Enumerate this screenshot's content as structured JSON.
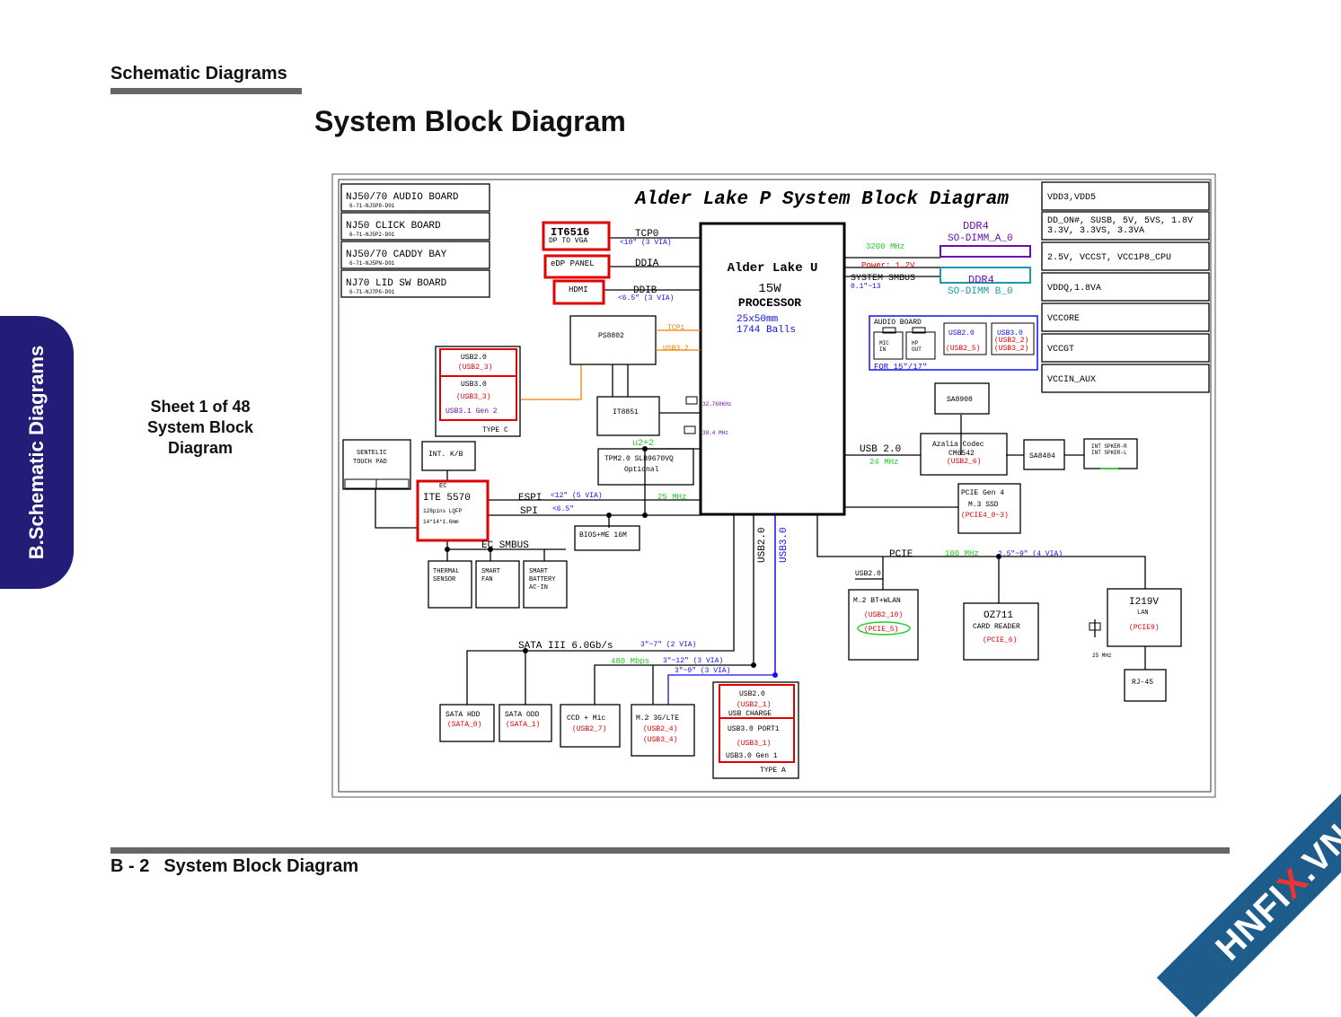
{
  "page": {
    "header": "Schematic  Diagrams",
    "title": "System Block Diagram",
    "side_tab": "B.Schematic Diagrams",
    "sheet_lines": [
      "Sheet 1 of 48",
      "System Block",
      "Diagram"
    ],
    "footer_page": "B - 2",
    "footer_title": "System Block Diagram",
    "watermark_a": "HNFI",
    "watermark_x": "X",
    "watermark_b": ".VN"
  },
  "colors": {
    "red": "#e00000",
    "blue": "#1010ee",
    "purple": "#6a0dad",
    "green": "#22cc22",
    "orange": "#f08000",
    "teal": "#1b9aaa",
    "navy": "#241d77"
  },
  "diagram": {
    "title": "Alder Lake P System Block Diagram",
    "boards": [
      {
        "name": "NJ50/70  AUDIO BOARD",
        "pn": "6-71-NJ5P8-D01"
      },
      {
        "name": "NJ50 CLICK BOARD",
        "pn": "6-71-NJ5P2-D01"
      },
      {
        "name": "NJ50/70 CADDY BAY",
        "pn": "6-71-NJ5PN-D01"
      },
      {
        "name": "NJ70 LID SW BOARD",
        "pn": "6-71-NJ7P6-D01"
      }
    ],
    "rails": [
      "VDD3,VDD5",
      "DD_ON#, SUSB, 5V, 5VS, 1.8V",
      "3.3V, 3.3VS, 3.3VA",
      "2.5V, VCCST, VCC1P8_CPU",
      "VDDQ,1.8VA",
      "VCCORE",
      "VCCGT",
      "VCCIN_AUX"
    ],
    "cpu": {
      "name": "Alder Lake U",
      "power": "15W",
      "type": "PROCESSOR",
      "size": "25x50mm",
      "balls": "1744 Balls"
    },
    "video": {
      "it6516": "IT6516",
      "it6516_sub": "DP TO VGA",
      "tcp0": "TCP0",
      "tcp0_len": "<10\" (3 VIA)",
      "edp": "eDP PANEL",
      "ddia": "DDIA",
      "hdmi": "HDMI",
      "ddib": "DDIB",
      "ddib_len": "<6.5\" (3 VIA)"
    },
    "ddr": {
      "a_name": "DDR4",
      "a_sub": "SO-DIMM_A_0",
      "freq": "3200 MHz",
      "power": "Power: 1.2V",
      "smbus": "SYSTEM SMBUS",
      "smbus_len": "0.1\"~13",
      "b_name": "DDR4",
      "b_sub": "SO-DIMM B_0"
    },
    "audio_board": {
      "title": "AUDIO BOARD",
      "mic_a": "MIC",
      "mic_b": "IN",
      "hp_a": "HP",
      "hp_b": "OUT",
      "note": "FOR 15\"/17\"",
      "usb2_a": "USB2.0",
      "usb2_b": "(USB2_5)",
      "usb3_a": "USB3.0",
      "usb3_b": "(USB2_2)",
      "usb3_c": "(USB3_2)"
    },
    "ps8802": "PS8802",
    "tcp1": "TCP1",
    "usb32": "USB3.2",
    "typec": {
      "usb2": "USB2.0",
      "usb2p": "(USB2_3)",
      "usb3": "USB3.0",
      "usb3p": "(USB3_3)",
      "gen": "USB3.1 Gen 2",
      "label": "TYPE C"
    },
    "it8851": "IT8851",
    "xtal1": "32.768KHz",
    "xtal2": "38.4 MHz",
    "u2": "u2+2",
    "tpm_a": "TPM2.0 SLB9670VQ",
    "tpm_b": "Optional",
    "touchpad_a": "SENTELIC",
    "touchpad_b": "TOUCH PAD",
    "kb": "INT. K/B",
    "ec": {
      "label": "EC",
      "name": "ITE 5570",
      "pkg": "128pins LQFP",
      "dim": "14*14*1.6mm"
    },
    "espi": "ESPI",
    "espi_len": "<12\" (5 VIA)",
    "espi_freq": "25 MHz",
    "spi": "SPI",
    "spi_len": "<6.5\"",
    "bios": "BIOS+ME 16M",
    "ec_smbus": "EC SMBUS",
    "thermal_a": "THERMAL",
    "thermal_b": "SENSOR",
    "fan_a": "SMART",
    "fan_b": "FAN",
    "batt_a": "SMART",
    "batt_b": "BATTERY",
    "batt_c": "AC-IN",
    "sa8908": "SA8908",
    "usb20_lbl": "USB 2.0",
    "usb20_freq": "24 MHz",
    "azalia_a": "Azalia Codec",
    "azalia_b": "CM6542",
    "azalia_c": "(USB2_6)",
    "sa8404": "SA8404",
    "spk_r": "INT SPKER-R",
    "spk_l": "INT SPKER-L",
    "ssd_a": "PCIE Gen 4",
    "ssd_b": "M.3 SSD",
    "ssd_c": "(PCIE4_0~3)",
    "usb2_vert": "USB2.0",
    "usb3_vert": "USB3.0",
    "pcie": "PCIE",
    "pcie_freq": "100 MHz",
    "pcie_len": "2.5\"~9\" (4 VIA)",
    "usb20_small": "USB2.0",
    "wlan_a": "M.2 BT+WLAN",
    "wlan_b": "(USB2_10)",
    "wlan_c": "(PCIE_5)",
    "oz_a": "OZ711",
    "oz_b": "CARD READER",
    "oz_c": "(PCIE_6)",
    "lan_a": "I219V",
    "lan_b": "LAN",
    "lan_c": "(PCIE9)",
    "lan_xtal": "25 MHz",
    "rj45": "RJ-45",
    "sata": "SATA III 6.0Gb/s",
    "sata_len": "3\"~7\" (2 VIA)",
    "mbps": "480 Mbps",
    "len2": "3\"~12\" (3 VIA)",
    "len3": "3\"~9\" (3 VIA)",
    "hdd_a": "SATA HDD",
    "hdd_b": "(SATA_0)",
    "odd_a": "SATA ODD",
    "odd_b": "(SATA_1)",
    "ccd_a": "CCD + Mic",
    "ccd_b": "(USB2_7)",
    "m2_a": "M.2 3G/LTE",
    "m2_b": "(USB2_4)",
    "m2_c": "(USB3_4)",
    "typea": {
      "usb2": "USB2.0",
      "usb2p": "(USB2_1)",
      "charge": "USB CHARGE",
      "usb3": "USB3.0 PORT1",
      "usb3p": "(USB3_1)",
      "gen": "USB3.0 Gen 1",
      "label": "TYPE A"
    }
  }
}
